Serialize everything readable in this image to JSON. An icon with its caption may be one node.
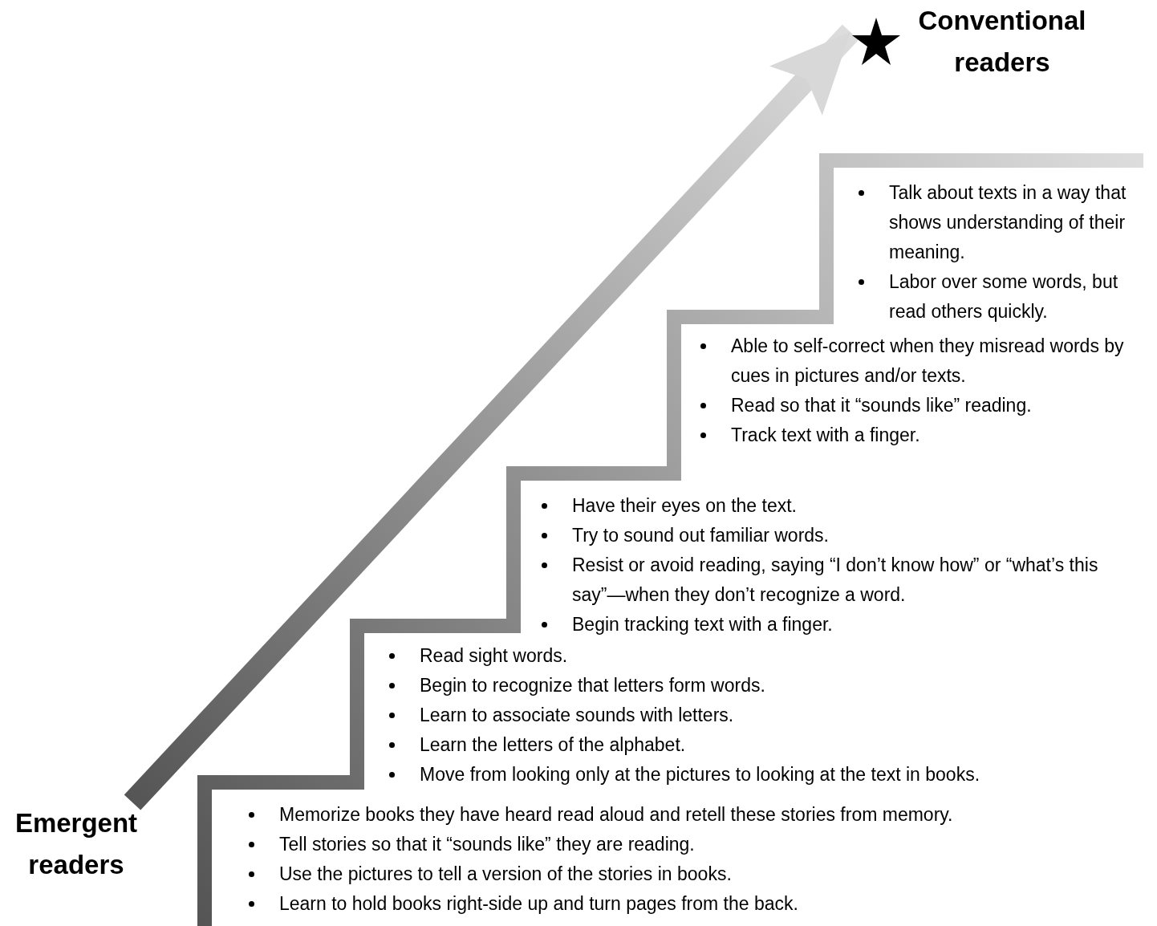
{
  "diagram": {
    "nodes": [
      {
        "text": [
          "Emergent readers"
        ]
      },
      {
        "text": [
          "Conventional readers"
        ]
      },
      {
        "text": [
          "Memorize books they have heard read aloud and retell these stories from memory.",
          "Tell stories so that it “sounds like” they are reading.",
          "Use the pictures to tell a version of the stories in books.",
          "Learn to hold books right-side up and turn pages from the back."
        ]
      },
      {
        "text": [
          "Read sight words.",
          "Begin to recognize that letters form words.",
          "Learn to associate sounds with letters.",
          "Learn the letters of the alphabet.",
          "Move from looking only at the pictures to looking at the text in books."
        ]
      },
      {
        "text": [
          "Have their eyes on the text.",
          "Try to sound out familiar words.",
          "Resist or avoid reading, saying “I don’t know how” or “what’s this say”—when they don’t recognize a word.",
          "Begin tracking text with a finger."
        ]
      },
      {
        "text": [
          "Able to self-correct when they misread words by cues in pictures and/or texts.",
          "Read so that it “sounds like” reading.",
          "Track text with a finger."
        ]
      },
      {
        "text": [
          "Talk about texts in a way that shows understanding of their meaning.",
          "Labor over some words, but read others quickly."
        ]
      }
    ],
    "edges": [
      {
        "from": 0,
        "to": 1,
        "arrow": "to"
      }
    ]
  }
}
